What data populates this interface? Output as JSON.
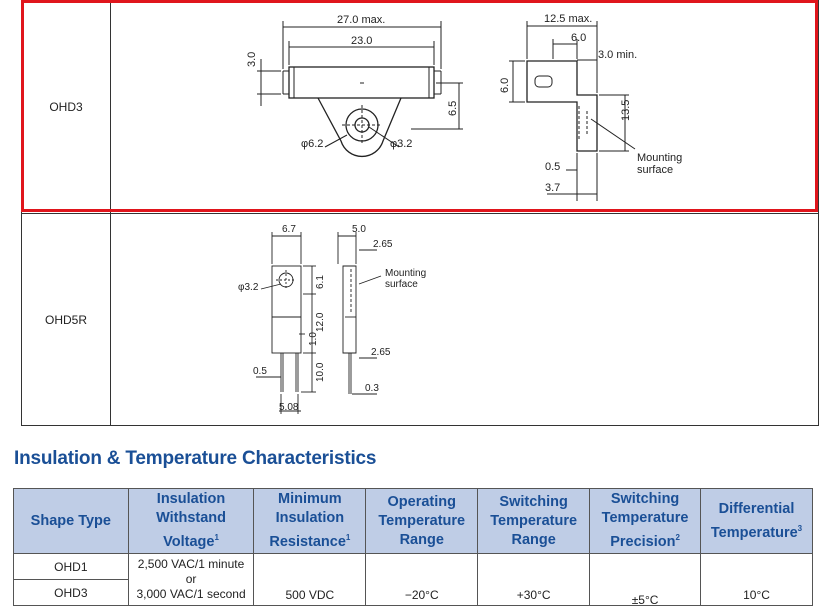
{
  "dimensions_table": {
    "rows": [
      {
        "name": "OHD3",
        "labels": {
          "dim_27": "27.0 max.",
          "dim_23": "23.0",
          "dim_3": "3.0",
          "dim_65": "6.5",
          "dim_phi62": "φ6.2",
          "dim_phi32": "φ3.2",
          "dim_125": "12.5 max.",
          "dim_6": "6.0",
          "dim_3min": "3.0 min.",
          "dim_6v": "6.0",
          "dim_135": "13.5",
          "dim_05": "0.5",
          "dim_37": "3.7",
          "mounting_1": "Mounting",
          "mounting_2": "surface"
        }
      },
      {
        "name": "OHD5R",
        "labels": {
          "dim_67": "6.7",
          "dim_5": "5.0",
          "dim_265a": "2.65",
          "dim_phi32": "φ3.2",
          "dim_61": "6.1",
          "dim_12": "12.0",
          "dim_1": "1.0",
          "dim_10": "10.0",
          "dim_05": "0.5",
          "dim_508": "5.08",
          "dim_265b": "2.65",
          "dim_03": "0.3",
          "mounting_1": "Mounting",
          "mounting_2": "surface"
        }
      }
    ]
  },
  "section_title": "Insulation & Temperature Characteristics",
  "char_table": {
    "headers": [
      {
        "text": "Shape Type",
        "sup": ""
      },
      {
        "text": "Insulation Withstand Voltage",
        "sup": "1"
      },
      {
        "text": "Minimum Insulation Resistance",
        "sup": "1"
      },
      {
        "text": "Operating Temperature Range",
        "sup": ""
      },
      {
        "text": "Switching Temperature Range",
        "sup": ""
      },
      {
        "text": "Switching Temperature Precision",
        "sup": "2"
      },
      {
        "text": "Differential Temperature",
        "sup": "3"
      }
    ],
    "shape_types": [
      "OHD1",
      "OHD3"
    ],
    "voltage": [
      "2,500 VAC/1 minute",
      "or",
      "3,000 VAC/1 second"
    ],
    "resistance": "500 VDC",
    "operating_range": "−20°C",
    "switching_range": "+30°C",
    "precision": "±5°C",
    "differential": "10°C"
  }
}
